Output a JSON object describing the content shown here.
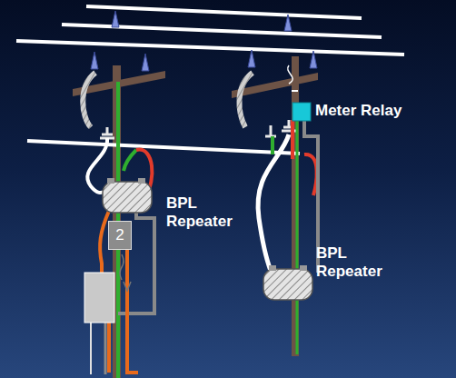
{
  "diagram": {
    "nodes": [
      {
        "text": [
          "2"
        ]
      }
    ],
    "labels": [
      "Meter Relay",
      "BPL Repeater",
      "BPL Repeater"
    ]
  }
}
